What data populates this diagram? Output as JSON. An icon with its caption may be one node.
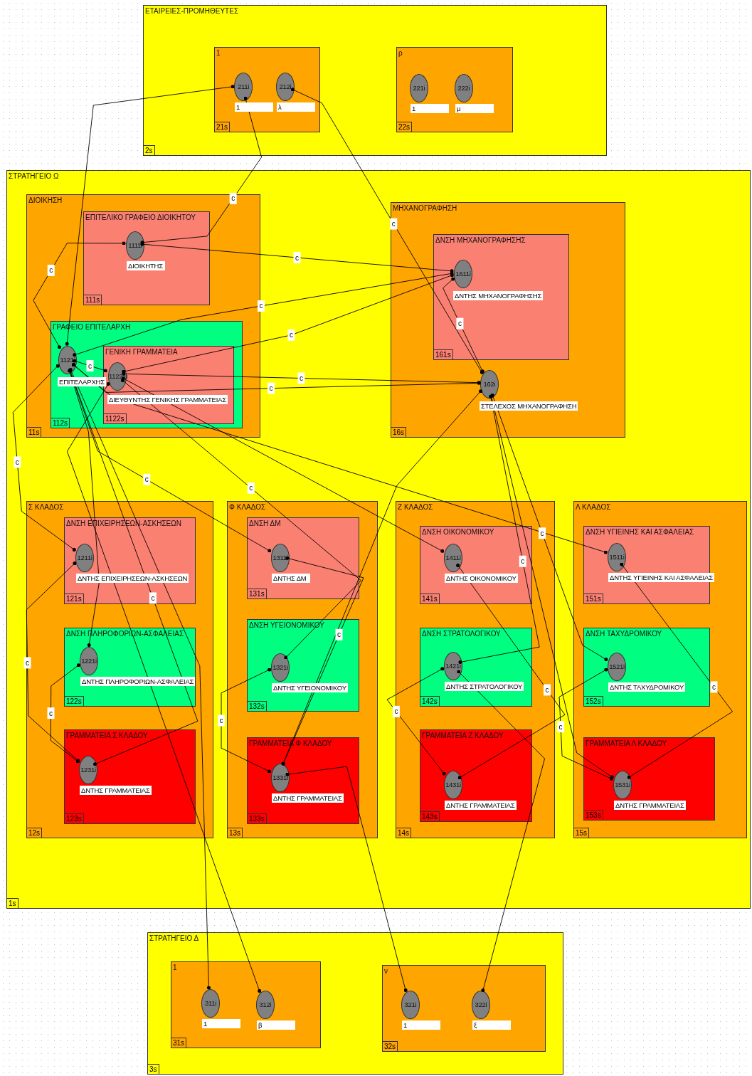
{
  "diagram": {
    "nodes": [
      {
        "text": [
          "ΕΤΑΙΡΕΙΕΣ-ΠΡΟΜΗΘΕΥΤΕΣ",
          "2s"
        ]
      },
      {
        "text": [
          "1",
          "21s"
        ],
        "in": 0
      },
      {
        "text": [
          "211i"
        ],
        "beside": [
          "1"
        ],
        "in": 1
      },
      {
        "text": [
          "212i"
        ],
        "beside": [
          "λ"
        ],
        "in": 1
      },
      {
        "text": [
          "ρ",
          "22s"
        ],
        "in": 0
      },
      {
        "text": [
          "221i"
        ],
        "beside": [
          "1"
        ],
        "in": 4
      },
      {
        "text": [
          "222i"
        ],
        "beside": [
          "μ"
        ],
        "in": 4
      },
      {
        "text": [
          "ΣΤΡΑΤΗΓΕΙΟ Ω",
          "1s"
        ]
      },
      {
        "text": [
          "ΔΙΟΙΚΗΣΗ",
          "11s"
        ],
        "in": 7
      },
      {
        "text": [
          "ΕΠΙΤΕΛΙΚΟ ΓΡΑΦΕΙΟ ΔΙΟΙΚΗΤΟΥ",
          "111s"
        ],
        "in": 8
      },
      {
        "text": [
          "1111i"
        ],
        "beside": [
          "ΔΙΟΙΚΗΤΗΣ"
        ],
        "in": 9
      },
      {
        "text": [
          "ΓΡΑΦΕΙΟ ΕΠΙΤΕΛΑΡΧΗ",
          "112s"
        ],
        "in": 8
      },
      {
        "text": [
          "1121i"
        ],
        "beside": [
          "ΕΠΙΤΕΛΑΡΧΗΣ"
        ],
        "in": 11
      },
      {
        "text": [
          "ΓΕΝΙΚΗ ΓΡΑΜΜΑΤΕΙΑ",
          "1122s"
        ],
        "in": 11
      },
      {
        "text": [
          "11221i"
        ],
        "beside": [
          "ΔΙΕΥΘΥΝΤΗΣ ΓΕΝΙΚΗΣ ΓΡΑΜΜΑΤΕΙΑΣ"
        ],
        "in": 13
      },
      {
        "text": [
          "ΜΗΧΑΝΟΓΡΑΦΗΣΗ",
          "16s"
        ],
        "in": 7
      },
      {
        "text": [
          "ΔΝΣΗ ΜΗΧΑΝΟΓΡΑΦΗΣΗΣ",
          "161s"
        ],
        "in": 15
      },
      {
        "text": [
          "1611i"
        ],
        "beside": [
          "ΔΝΤΗΣ ΜΗΧΑΝΟΓΡΑΦΗΣΗΣ"
        ],
        "in": 16
      },
      {
        "text": [
          "162i"
        ],
        "beside": [
          "ΣΤΕΛΕΧΟΣ ΜΗΧΑΝΟΓΡΑΦΗΣΗ"
        ],
        "in": 15
      },
      {
        "text": [
          "Σ ΚΛΑΔΟΣ",
          "12s"
        ],
        "in": 7
      },
      {
        "text": [
          "ΔΝΣΗ ΕΠΙΧΕΙΡΗΣΕΩΝ-ΑΣΚΗΣΕΩΝ",
          "121s"
        ],
        "in": 19
      },
      {
        "text": [
          "1211i"
        ],
        "beside": [
          "ΔΝΤΗΣ ΕΠΙΧΕΙΡΗΣΕΩΝ-ΑΣΚΗΣΕΩΝ"
        ],
        "in": 20
      },
      {
        "text": [
          "ΔΝΣΗ ΠΛΗΡΟΦΟΡΙΩΝ-ΑΣΦΑΛΕΙΑΣ",
          "122s"
        ],
        "in": 19
      },
      {
        "text": [
          "1221i"
        ],
        "beside": [
          "ΔΝΤΗΣ ΠΛΗΡΟΦΟΡΙΩΝ-ΑΣΦΑΛΕΙΑΣ"
        ],
        "in": 22
      },
      {
        "text": [
          "ΓΡΑΜΜΑΤΕΙΑ Σ ΚΛΑΔΟΥ",
          "123s"
        ],
        "in": 19
      },
      {
        "text": [
          "1231i"
        ],
        "beside": [
          "ΔΝΤΗΣ ΓΡΑΜΜΑΤΕΙΑΣ"
        ],
        "in": 24
      },
      {
        "text": [
          "Φ ΚΛΑΔΟΣ",
          "13s"
        ],
        "in": 7
      },
      {
        "text": [
          "ΔΝΣΗ ΔΜ",
          "131s"
        ],
        "in": 26
      },
      {
        "text": [
          "1311i"
        ],
        "beside": [
          "ΔΝΤΗΣ ΔΜ"
        ],
        "in": 27
      },
      {
        "text": [
          "ΔΝΣΗ ΥΓΕΙΟΝΟΜΙΚΟΥ",
          "132s"
        ],
        "in": 26
      },
      {
        "text": [
          "1321i"
        ],
        "beside": [
          "ΔΝΤΗΣ ΥΓΕΙΟΝΟΜΙΚΟΥ"
        ],
        "in": 29
      },
      {
        "text": [
          "ΓΡΑΜΜΑΤΕΙΑ Φ ΚΛΑΔΟΥ",
          "133s"
        ],
        "in": 26
      },
      {
        "text": [
          "1331i"
        ],
        "beside": [
          "ΔΝΤΗΣ ΓΡΑΜΜΑΤΕΙΑΣ"
        ],
        "in": 31
      },
      {
        "text": [
          "Ζ ΚΛΑΔΟΣ",
          "14s"
        ],
        "in": 7
      },
      {
        "text": [
          "ΔΝΣΗ ΟΙΚΟΝΟΜΙΚΟΥ",
          "141s"
        ],
        "in": 33
      },
      {
        "text": [
          "1411i"
        ],
        "beside": [
          "ΔΝΤΗΣ ΟΙΚΟΝΟΜΙΚΟΥ"
        ],
        "in": 34
      },
      {
        "text": [
          "ΔΝΣΗ ΣΤΡΑΤΟΛΟΓΙΚΟΥ",
          "142s"
        ],
        "in": 33
      },
      {
        "text": [
          "1421i"
        ],
        "beside": [
          "ΔΝΤΗΣ ΣΤΡΑΤΟΛΟΓΙΚΟΥ"
        ],
        "in": 36
      },
      {
        "text": [
          "ΓΡΑΜΜΑΤΕΙΑ Ζ ΚΛΑΔΟΥ",
          "143s"
        ],
        "in": 33
      },
      {
        "text": [
          "1431i"
        ],
        "beside": [
          "ΔΝΤΗΣ ΓΡΑΜΜΑΤΕΙΑΣ"
        ],
        "in": 38
      },
      {
        "text": [
          "Λ ΚΛΑΔΟΣ",
          "15s"
        ],
        "in": 7
      },
      {
        "text": [
          "ΔΝΣΗ ΥΓΙΕΙΝΗΣ ΚΑΙ ΑΣΦΑΛΕΙΑΣ",
          "151s"
        ],
        "in": 40
      },
      {
        "text": [
          "1511i"
        ],
        "beside": [
          "ΔΝΤΗΣ ΥΓΙΕΙΝΗΣ ΚΑΙ ΑΣΦΑΛΕΙΑΣ"
        ],
        "in": 41
      },
      {
        "text": [
          "ΔΝΣΗ ΤΑΧΥΔΡΟΜΙΚΟΥ",
          "152s"
        ],
        "in": 40
      },
      {
        "text": [
          "1521i"
        ],
        "beside": [
          "ΔΝΤΗΣ ΤΑΧΥΔΡΟΜΙΚΟΥ"
        ],
        "in": 43
      },
      {
        "text": [
          "ΓΡΑΜΜΑΤΕΙΑ Λ ΚΛΑΔΟΥ",
          "153s"
        ],
        "in": 40
      },
      {
        "text": [
          "1531i"
        ],
        "beside": [
          "ΔΝΤΗΣ ΓΡΑΜΜΑΤΕΙΑΣ"
        ],
        "in": 45
      },
      {
        "text": [
          "ΣΤΡΑΤΗΓΕΙΟ Δ",
          "3s"
        ]
      },
      {
        "text": [
          "1",
          "31s"
        ],
        "in": 47
      },
      {
        "text": [
          "311i"
        ],
        "beside": [
          "1"
        ],
        "in": 48
      },
      {
        "text": [
          "312i"
        ],
        "beside": [
          "β"
        ],
        "in": 48
      },
      {
        "text": [
          "ν",
          "32s"
        ],
        "in": 47
      },
      {
        "text": [
          "321i"
        ],
        "beside": [
          "1"
        ],
        "in": 51
      },
      {
        "text": [
          "322i"
        ],
        "beside": [
          "ξ"
        ],
        "in": 51
      }
    ],
    "edges": [
      {
        "from": 2,
        "to": 10,
        "arrow": "other",
        "label": "c"
      },
      {
        "from": 2,
        "to": 12,
        "arrow": "other"
      },
      {
        "from": 3,
        "to": 18,
        "arrow": "other",
        "label": "c"
      },
      {
        "from": 10,
        "to": 12,
        "arrow": "other",
        "label": "c"
      },
      {
        "from": 10,
        "to": 17,
        "arrow": "other",
        "label": "c"
      },
      {
        "from": 12,
        "to": 14,
        "arrow": "other",
        "label": "c"
      },
      {
        "from": 12,
        "to": 17,
        "arrow": "other",
        "label": "c"
      },
      {
        "from": 14,
        "to": 17,
        "arrow": "other",
        "label": "c"
      },
      {
        "from": 12,
        "to": 18,
        "arrow": "other",
        "label": "c"
      },
      {
        "from": 14,
        "to": 18,
        "arrow": "other",
        "label": "c"
      },
      {
        "from": 17,
        "to": 18,
        "arrow": "other",
        "label": "c"
      },
      {
        "from": 12,
        "to": 21,
        "arrow": "other",
        "label": "c"
      },
      {
        "from": 12,
        "to": 25,
        "arrow": "other",
        "label": "c"
      },
      {
        "from": 12,
        "to": 23,
        "arrow": "other"
      },
      {
        "from": 12,
        "to": 28,
        "arrow": "other",
        "label": "c"
      },
      {
        "from": 12,
        "to": 42,
        "arrow": "other"
      },
      {
        "from": 14,
        "to": 35,
        "arrow": "other"
      },
      {
        "from": 14,
        "to": 30,
        "arrow": "other",
        "label": "c"
      },
      {
        "from": 18,
        "to": 37,
        "arrow": "other",
        "label": "c"
      },
      {
        "from": 18,
        "to": 32,
        "arrow": "other"
      },
      {
        "from": 18,
        "to": 44,
        "arrow": "other",
        "label": "c"
      },
      {
        "from": 18,
        "to": 46,
        "arrow": "other"
      },
      {
        "from": 21,
        "to": 25,
        "arrow": "other",
        "label": "c"
      },
      {
        "from": 23,
        "to": 25,
        "arrow": "other",
        "label": "c"
      },
      {
        "from": 28,
        "to": 32,
        "arrow": "other",
        "label": "c"
      },
      {
        "from": 30,
        "to": 32,
        "arrow": "other",
        "label": "c"
      },
      {
        "from": 35,
        "to": 39,
        "arrow": "other",
        "label": "c"
      },
      {
        "from": 37,
        "to": 39,
        "arrow": "other",
        "label": "c"
      },
      {
        "from": 42,
        "to": 46,
        "arrow": "other",
        "label": "c"
      },
      {
        "from": 44,
        "to": 46,
        "arrow": "other",
        "label": "c"
      },
      {
        "from": 12,
        "to": 49,
        "arrow": "other"
      },
      {
        "from": 14,
        "to": 50,
        "arrow": "other"
      },
      {
        "from": 32,
        "to": 52,
        "arrow": "other"
      },
      {
        "from": 37,
        "to": 53,
        "arrow": "other"
      }
    ]
  }
}
